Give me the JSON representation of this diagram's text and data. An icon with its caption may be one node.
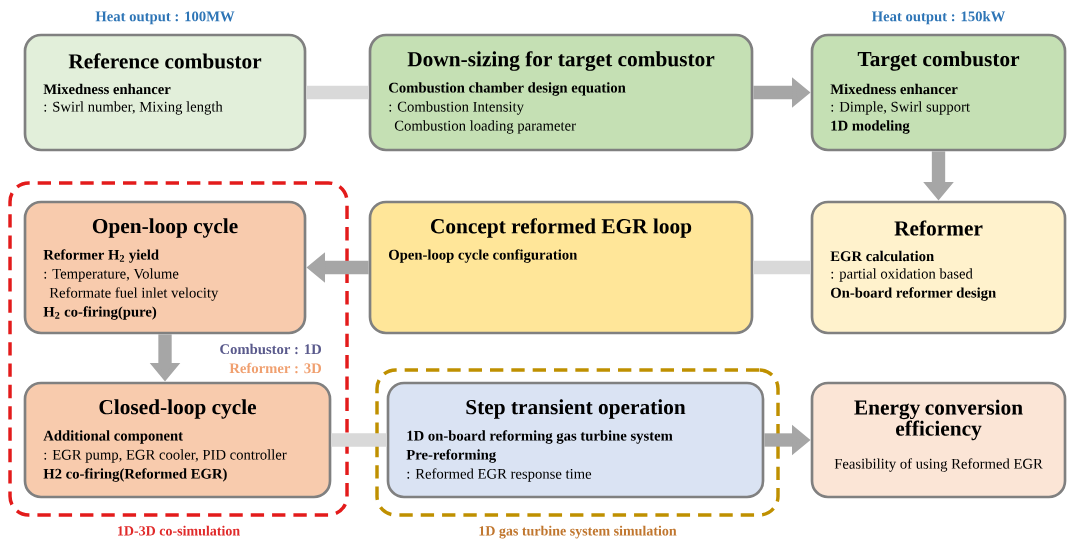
{
  "diagram": {
    "nodes": [
      {
        "text": [
          "Reference combustor",
          "Mixedness enhancer",
          ": Swirl number, Mixing length"
        ],
        "beside": [
          "Heat output : 100MW"
        ]
      },
      {
        "text": [
          "Down-sizing for target combustor",
          "Combustion chamber design equation",
          ": Combustion Intensity",
          "Combustion loading parameter"
        ]
      },
      {
        "text": [
          "Target combustor",
          "Mixedness enhancer",
          ": Dimple, Swirl support",
          "1D modeling"
        ],
        "beside": [
          "Heat output : 150kW"
        ]
      },
      {
        "text": [
          "1D-3D co-simulation"
        ]
      },
      {
        "text": [
          "Open-loop cycle",
          "Reformer H$_{2}$ yield",
          ": Temperature, Volume",
          "Reformate fuel inlet velocity",
          "H$_{2}$ co-firing(pure)"
        ],
        "in": 3
      },
      {
        "text": [
          "Concept reformed EGR loop",
          "Open-loop cycle configuration"
        ]
      },
      {
        "text": [
          "Reformer",
          "EGR calculation",
          ": partial oxidation based",
          "On-board reformer design"
        ]
      },
      {
        "text": [
          "Closed-loop cycle",
          "Additional component",
          ": EGR pump, EGR cooler, PID controller",
          "H2 co-firing(Reformed EGR)"
        ],
        "in": 3
      },
      {
        "text": [
          "1D gas turbine system simulation"
        ]
      },
      {
        "text": [
          "Step transient operation",
          "1D on-board reforming gas turbine system",
          "Pre-reforming",
          ": Reformed EGR response time"
        ],
        "in": 8
      },
      {
        "text": [
          "Energy conversion efficiency",
          "Feasibility of using Reformed EGR"
        ]
      }
    ],
    "edges": [
      {
        "from": 0,
        "to": 1,
        "arrow": "none",
        "color": "#d9d9d9"
      },
      {
        "from": 1,
        "to": 2,
        "arrow": "to"
      },
      {
        "from": 2,
        "to": 6,
        "arrow": "to"
      },
      {
        "from": 6,
        "to": 5,
        "arrow": "none",
        "color": "#d9d9d9"
      },
      {
        "from": 5,
        "to": 4,
        "arrow": "to"
      },
      {
        "from": 4,
        "to": 7,
        "arrow": "to"
      },
      {
        "from": 7,
        "to": 9,
        "arrow": "none",
        "color": "#d9d9d9"
      },
      {
        "from": 9,
        "to": 10,
        "arrow": "to"
      }
    ],
    "labels": [
      "Combustor : 1D",
      "Reformer : 3D"
    ]
  }
}
